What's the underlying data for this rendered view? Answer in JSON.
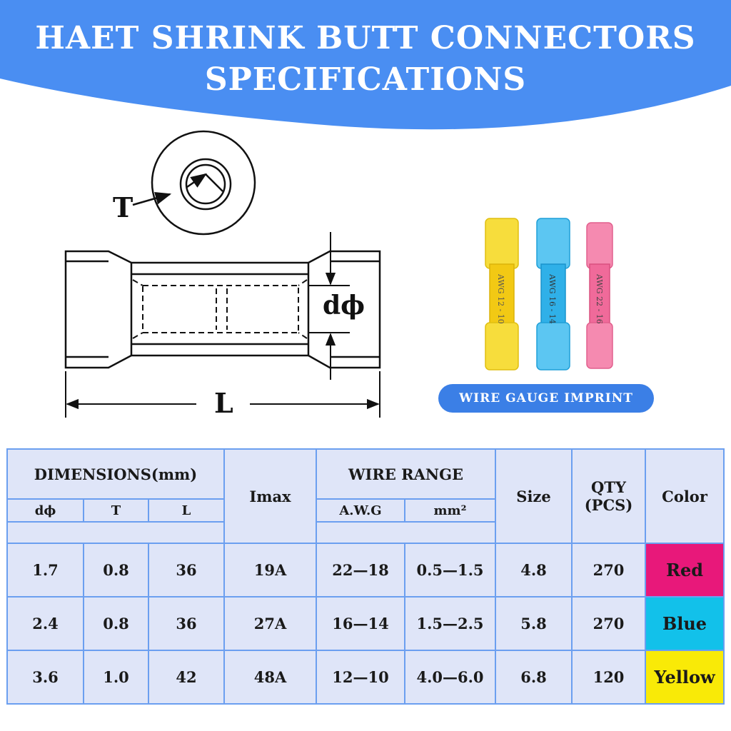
{
  "header": {
    "title_line1": "HAET SHRINK BUTT CONNECTORS",
    "title_line2": "SPECIFICATIONS",
    "banner_color": "#4a8ef2"
  },
  "diagram": {
    "label_T": "T",
    "label_d": "dϕ",
    "label_L": "L"
  },
  "product": {
    "connectors": [
      {
        "imprint": "AWG 12 - 10",
        "color": "#f7dd3c"
      },
      {
        "imprint": "AWG 16 - 14",
        "color": "#3fb6ea"
      },
      {
        "imprint": "AWG 22 - 16",
        "color": "#f0709b"
      }
    ],
    "badge": "WIRE GAUGE IMPRINT"
  },
  "table": {
    "headers": {
      "dimensions": "DIMENSIONS(mm)",
      "imax": "Imax",
      "wire_range": "WIRE RANGE",
      "size": "Size",
      "qty": "QTY (PCS)",
      "color": "Color",
      "d": "dϕ",
      "t": "T",
      "l": "L",
      "awg": "A.W.G",
      "mm2": "mm²"
    },
    "rows": [
      {
        "d": "1.7",
        "t": "0.8",
        "l": "36",
        "imax": "19A",
        "awg": "22—18",
        "mm2": "0.5—1.5",
        "size": "4.8",
        "qty": "270",
        "color": "Red",
        "swatch": "#e8187a"
      },
      {
        "d": "2.4",
        "t": "0.8",
        "l": "36",
        "imax": "27A",
        "awg": "16—14",
        "mm2": "1.5—2.5",
        "size": "5.8",
        "qty": "270",
        "color": "Blue",
        "swatch": "#12c1ea"
      },
      {
        "d": "3.6",
        "t": "1.0",
        "l": "42",
        "imax": "48A",
        "awg": "12—10",
        "mm2": "4.0—6.0",
        "size": "6.8",
        "qty": "120",
        "color": "Yellow",
        "swatch": "#f9ea07"
      }
    ]
  }
}
